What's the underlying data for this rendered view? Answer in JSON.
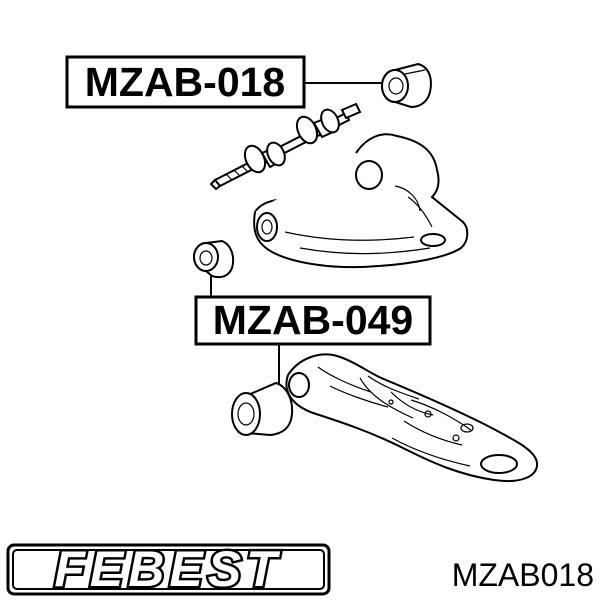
{
  "callouts": {
    "top_label": "MZAB-018",
    "middle_label": "MZAB-049"
  },
  "brand": {
    "logo_text": "FEBEST"
  },
  "part": {
    "number": "MZAB018"
  },
  "colors": {
    "ink": "#000000",
    "paper": "#ffffff"
  }
}
